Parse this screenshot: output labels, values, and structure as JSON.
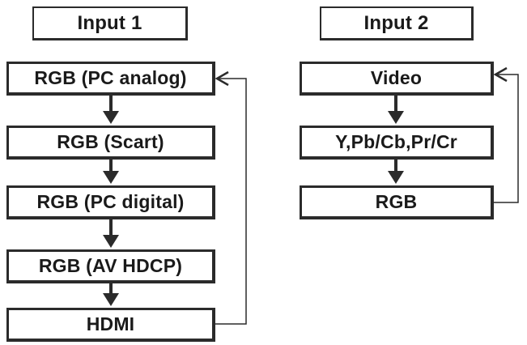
{
  "input1": {
    "title": "Input 1",
    "items": [
      "RGB (PC analog)",
      "RGB (Scart)",
      "RGB (PC digital)",
      "RGB (AV HDCP)",
      "HDMI"
    ]
  },
  "input2": {
    "title": "Input 2",
    "items": [
      "Video",
      "Y,Pb/Cb,Pr/Cr",
      "RGB"
    ]
  },
  "colors": {
    "line": "#2b2b2b",
    "text": "#1a1a1a",
    "background": "#ffffff"
  }
}
